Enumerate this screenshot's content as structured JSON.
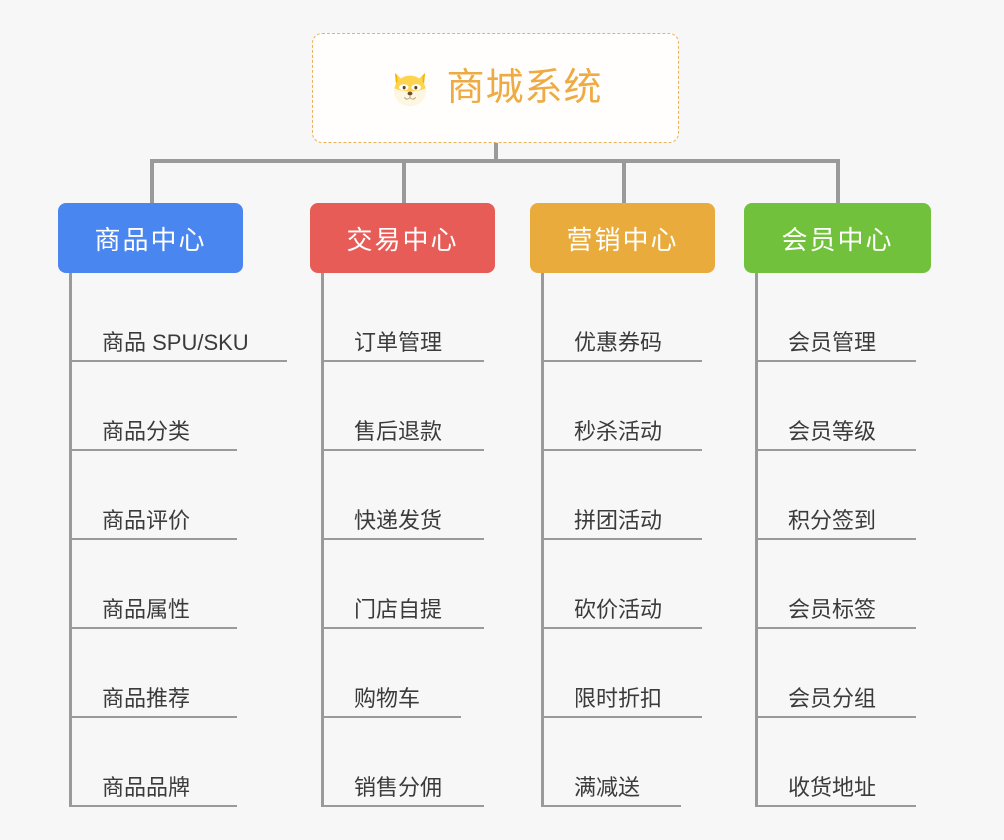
{
  "page": {
    "background_color": "#f7f7f7",
    "type": "mind-map",
    "line_color": "#9a9a9a"
  },
  "root": {
    "icon": "shiba-dog-face-icon",
    "icon_glyph": "🐶",
    "title": "商城系统",
    "text_color": "#eeab43",
    "border_color": "#e9b35a",
    "background_color": "#fffefc"
  },
  "branches": [
    {
      "id": "product-center",
      "label": "商品中心",
      "color": "#4a86f0",
      "text_color": "#ffffff",
      "items": [
        {
          "label": "商品 SPU/SKU"
        },
        {
          "label": "商品分类"
        },
        {
          "label": "商品评价"
        },
        {
          "label": "商品属性"
        },
        {
          "label": "商品推荐"
        },
        {
          "label": "商品品牌"
        }
      ]
    },
    {
      "id": "trade-center",
      "label": "交易中心",
      "color": "#e85c58",
      "text_color": "#ffffff",
      "items": [
        {
          "label": "订单管理"
        },
        {
          "label": "售后退款"
        },
        {
          "label": "快递发货"
        },
        {
          "label": "门店自提"
        },
        {
          "label": "购物车"
        },
        {
          "label": "销售分佣"
        }
      ]
    },
    {
      "id": "marketing-center",
      "label": "营销中心",
      "color": "#eaab3d",
      "text_color": "#ffffff",
      "items": [
        {
          "label": "优惠券码"
        },
        {
          "label": "秒杀活动"
        },
        {
          "label": "拼团活动"
        },
        {
          "label": "砍价活动"
        },
        {
          "label": "限时折扣"
        },
        {
          "label": "满减送"
        }
      ]
    },
    {
      "id": "member-center",
      "label": "会员中心",
      "color": "#72c13c",
      "text_color": "#ffffff",
      "items": [
        {
          "label": "会员管理"
        },
        {
          "label": "会员等级"
        },
        {
          "label": "积分签到"
        },
        {
          "label": "会员标签"
        },
        {
          "label": "会员分组"
        },
        {
          "label": "收货地址"
        }
      ]
    }
  ]
}
